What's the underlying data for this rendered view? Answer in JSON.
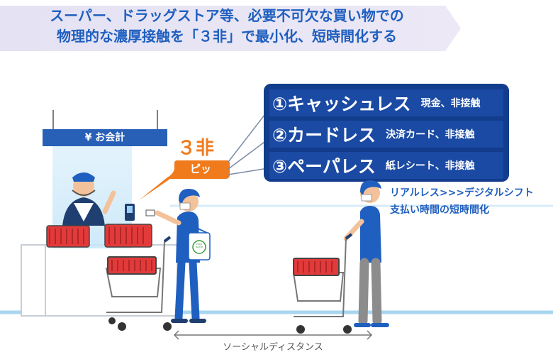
{
  "banner": {
    "line1": "スーパー、ドラッグストア等、必要不可欠な買い物での",
    "line2": "物理的な濃厚接触を「３非」で最小化、短時間化する"
  },
  "register": {
    "sign": "¥ お会計",
    "badge": "ZERO WASTE"
  },
  "bubble": {
    "title": "３非",
    "sound": "ピッ"
  },
  "panel": {
    "items": [
      {
        "label": "①キャッシュレス",
        "note": "現金、非接触"
      },
      {
        "label": "②カードレス",
        "note": "決済カード、非接触"
      },
      {
        "label": "③ペーパレス",
        "note": "紙レシート、非接触"
      }
    ]
  },
  "side_note": {
    "line1": "リアルレス>>>デジタルシフト",
    "line2": "支払い時間の短時間化"
  },
  "distance_label": "ソーシャルディスタンス",
  "colors": {
    "accent": "#1f5fbf",
    "orange": "#f07b1c",
    "panel": "#123c8c",
    "skin": "#f3c29b"
  }
}
